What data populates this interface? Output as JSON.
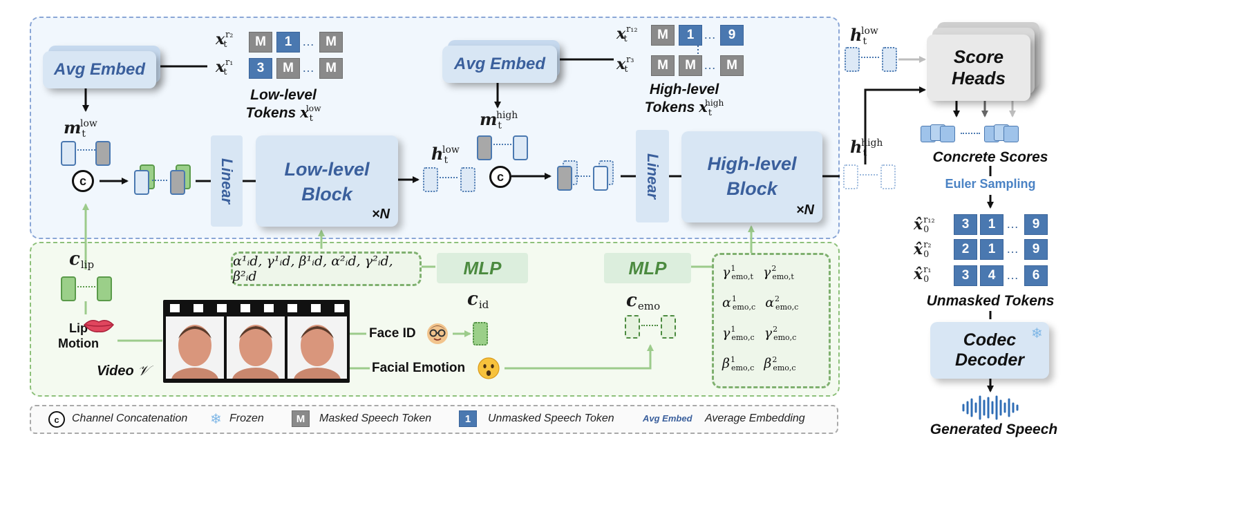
{
  "modules": {
    "avg_embed": "Avg Embed",
    "linear": "Linear",
    "low_block": [
      "Low-level",
      "Block"
    ],
    "high_block": [
      "High-level",
      "Block"
    ],
    "times_n": "×N",
    "score_heads": [
      "Score",
      "Heads"
    ],
    "mlp": "MLP",
    "codec_decoder": [
      "Codec",
      "Decoder"
    ]
  },
  "captions": {
    "low_tokens": "Low-level",
    "tokens_word": "Tokens",
    "high_tokens": "High-level",
    "concrete_scores": "Concrete Scores",
    "euler_sampling": "Euler Sampling",
    "unmasked_tokens": "Unmasked Tokens",
    "generated_speech": "Generated Speech"
  },
  "symbols": {
    "concat": "c",
    "x": "x",
    "m": "m",
    "h": "h",
    "c": "c",
    "t": "t",
    "zero": "0",
    "r1": "r₁",
    "r2": "r₂",
    "r3": "r₃",
    "r12": "r₁₂",
    "low": "low",
    "high": "high",
    "lip": "lip",
    "id": "id",
    "emo": "emo",
    "hat_x": "x̂",
    "video": "𝒱"
  },
  "tokens": {
    "low_r2": [
      "M",
      "1",
      "M"
    ],
    "low_r1": [
      "3",
      "M",
      "M"
    ],
    "high_r12": [
      "M",
      "1",
      "9"
    ],
    "high_r3": [
      "M",
      "M",
      "M"
    ],
    "out_r12": [
      "3",
      "1",
      "9"
    ],
    "out_r2": [
      "2",
      "1",
      "9"
    ],
    "out_r1": [
      "3",
      "4",
      "6"
    ],
    "ellipsis": "…"
  },
  "id_params": "α¹ᵢd, γ¹ᵢd, β¹ᵢd, α²ᵢd, γ²ᵢd, β²ᵢd",
  "id_params_text": "α<sup>1</sup><sub>id</sub>, γ<sup>1</sup><sub>id</sub>",
  "emo_params": [
    [
      "γ",
      "1",
      "emo,t",
      "γ",
      "2",
      "emo,t"
    ],
    [
      "α",
      "1",
      "emo,c",
      "α",
      "2",
      "emo,c"
    ],
    [
      "γ",
      "1",
      "emo,c",
      "γ",
      "2",
      "emo,c"
    ],
    [
      "β",
      "1",
      "emo,c",
      "β",
      "2",
      "emo,c"
    ]
  ],
  "inputs": {
    "lip_motion": [
      "Lip",
      "Motion"
    ],
    "video_label": "Video",
    "face_id": "Face ID",
    "facial_emotion": "Facial Emotion"
  },
  "legend": {
    "concat": "Channel Concatenation",
    "frozen": "Frozen",
    "masked_sym": "M",
    "masked": "Masked Speech Token",
    "unmasked_sym": "1",
    "unmasked": "Unmasked Speech Token",
    "avg_sym": "Avg Embed",
    "avg": "Average Embedding"
  },
  "colors": {
    "panel_blue_bg": "#f1f7fd",
    "panel_blue_border": "#8aa6d6",
    "panel_green_bg": "#f4faf0",
    "panel_green_border": "#8dc07a",
    "block_text": "#3a5f9c",
    "masked_token": "#8a8a8a",
    "unmasked_token": "#4a78b0",
    "green_accent": "#4b8a3f"
  }
}
